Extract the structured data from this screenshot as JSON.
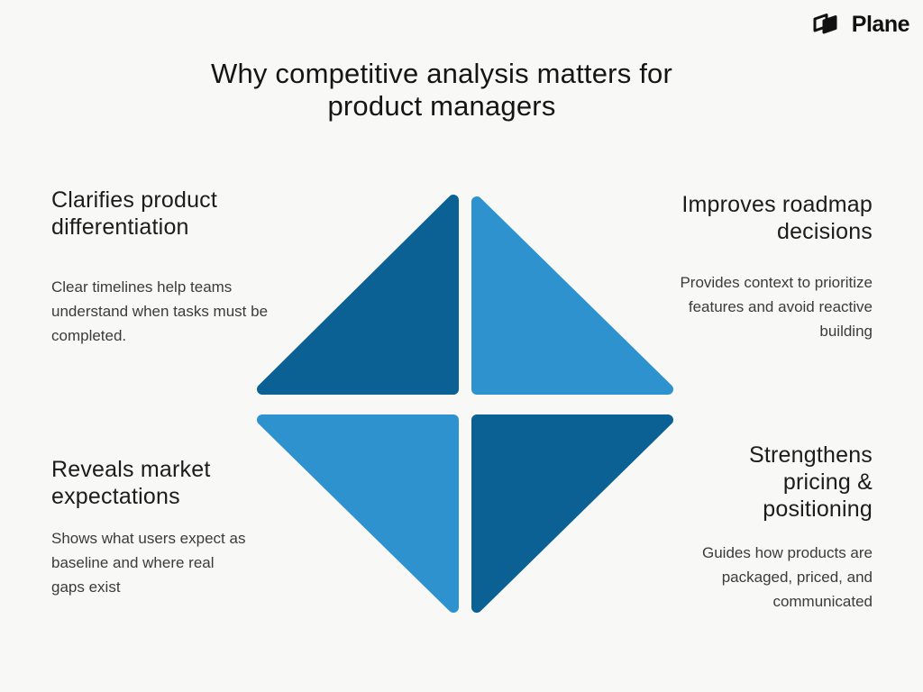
{
  "meta": {
    "background_color": "#f8f8f6"
  },
  "logo": {
    "text": "Plane",
    "icon": "plane-logo-icon",
    "color": "#111111"
  },
  "title": {
    "text": "Why competitive analysis matters for\nproduct managers"
  },
  "diagram": {
    "shape": "diamond-of-four-triangles",
    "colors": {
      "dark_blue": "#0b6193",
      "light_blue": "#2d92ce"
    },
    "triangles": [
      {
        "position": "top-left",
        "color": "#0b6193"
      },
      {
        "position": "top-right",
        "color": "#2d92ce"
      },
      {
        "position": "bottom-left",
        "color": "#2d92ce"
      },
      {
        "position": "bottom-right",
        "color": "#0b6193"
      }
    ]
  },
  "quadrants": [
    {
      "id": "top-left",
      "heading": "Clarifies product\ndifferentiation",
      "body": "Clear timelines help teams\nunderstand when tasks must be\ncompleted."
    },
    {
      "id": "top-right",
      "heading": "Improves roadmap\ndecisions",
      "body": "Provides context to prioritize\nfeatures and avoid reactive\nbuilding"
    },
    {
      "id": "bottom-left",
      "heading": "Reveals market\nexpectations",
      "body": "Shows what users expect as\nbaseline and where real\ngaps exist"
    },
    {
      "id": "bottom-right",
      "heading": "Strengthens\npricing &\npositioning",
      "body": "Guides how products are\npackaged, priced, and\ncommunicated"
    }
  ]
}
